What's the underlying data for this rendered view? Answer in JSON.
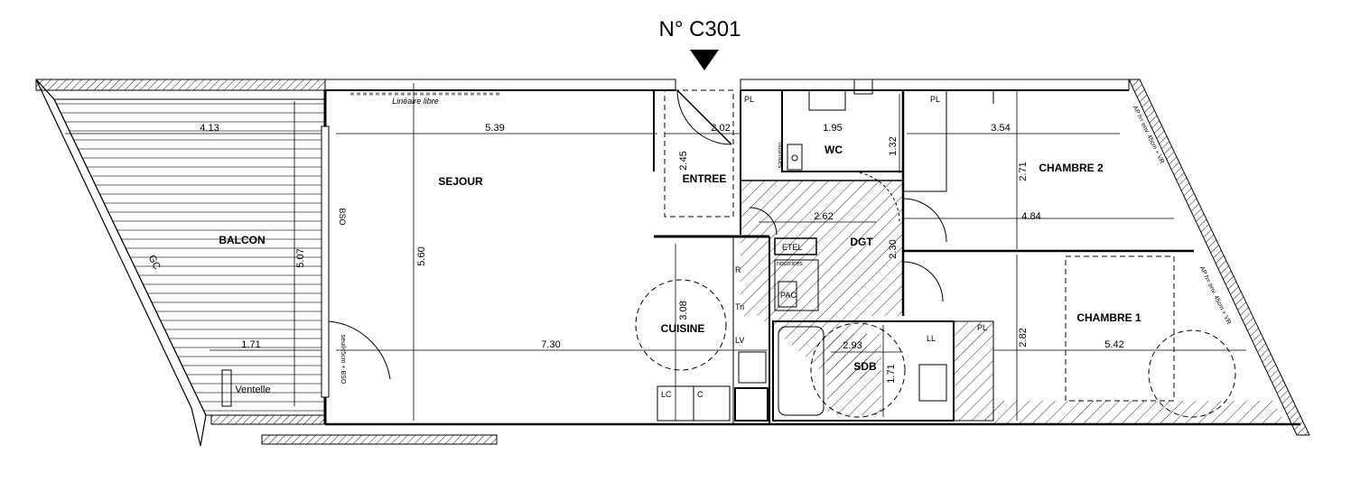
{
  "plan": {
    "title": "N° C301",
    "rooms": {
      "balcon": "BALCON",
      "sejour": "SEJOUR",
      "entree": "ENTREE",
      "wc": "WC",
      "dgt": "DGT",
      "cuisine": "CUISINE",
      "sdb": "SDB",
      "chambre1": "CHAMBRE 1",
      "chambre2": "CHAMBRE 2"
    },
    "dimensions": {
      "balcon_width": "4.13",
      "balcon_depth": "5.07",
      "balcon_small": "1.71",
      "sejour_width": "5.39",
      "sejour_depth": "5.60",
      "sejour_length": "7.30",
      "entree_width": "2.02",
      "entree_depth": "2.45",
      "wc_width": "1.95",
      "wc_depth": "1.32",
      "dgt_width": "2.62",
      "dgt_depth": "2.30",
      "cuisine_depth": "3.08",
      "sdb_width": "2.93",
      "sdb_depth": "1.71",
      "chambre2_width": "3.54",
      "chambre2_depth": "2.71",
      "chambre2_length": "4.84",
      "chambre1_width": "5.42",
      "chambre1_depth": "2.82"
    },
    "annotations": {
      "lineaire": "Linéaire libre",
      "ventelle": "Ventelle",
      "gc": "GC",
      "bso": "BSO",
      "seuil": "seuil<5cm + BSO",
      "pl": "PL",
      "etel": "ETEL",
      "nourrices": "nourrices",
      "pac": "PAC",
      "r": "R",
      "tri": "Tri",
      "lv": "LV",
      "lc": "LC",
      "c": "C",
      "ll": "LL",
      "ap_vr": "AP h= env. 45cm + VR"
    }
  }
}
